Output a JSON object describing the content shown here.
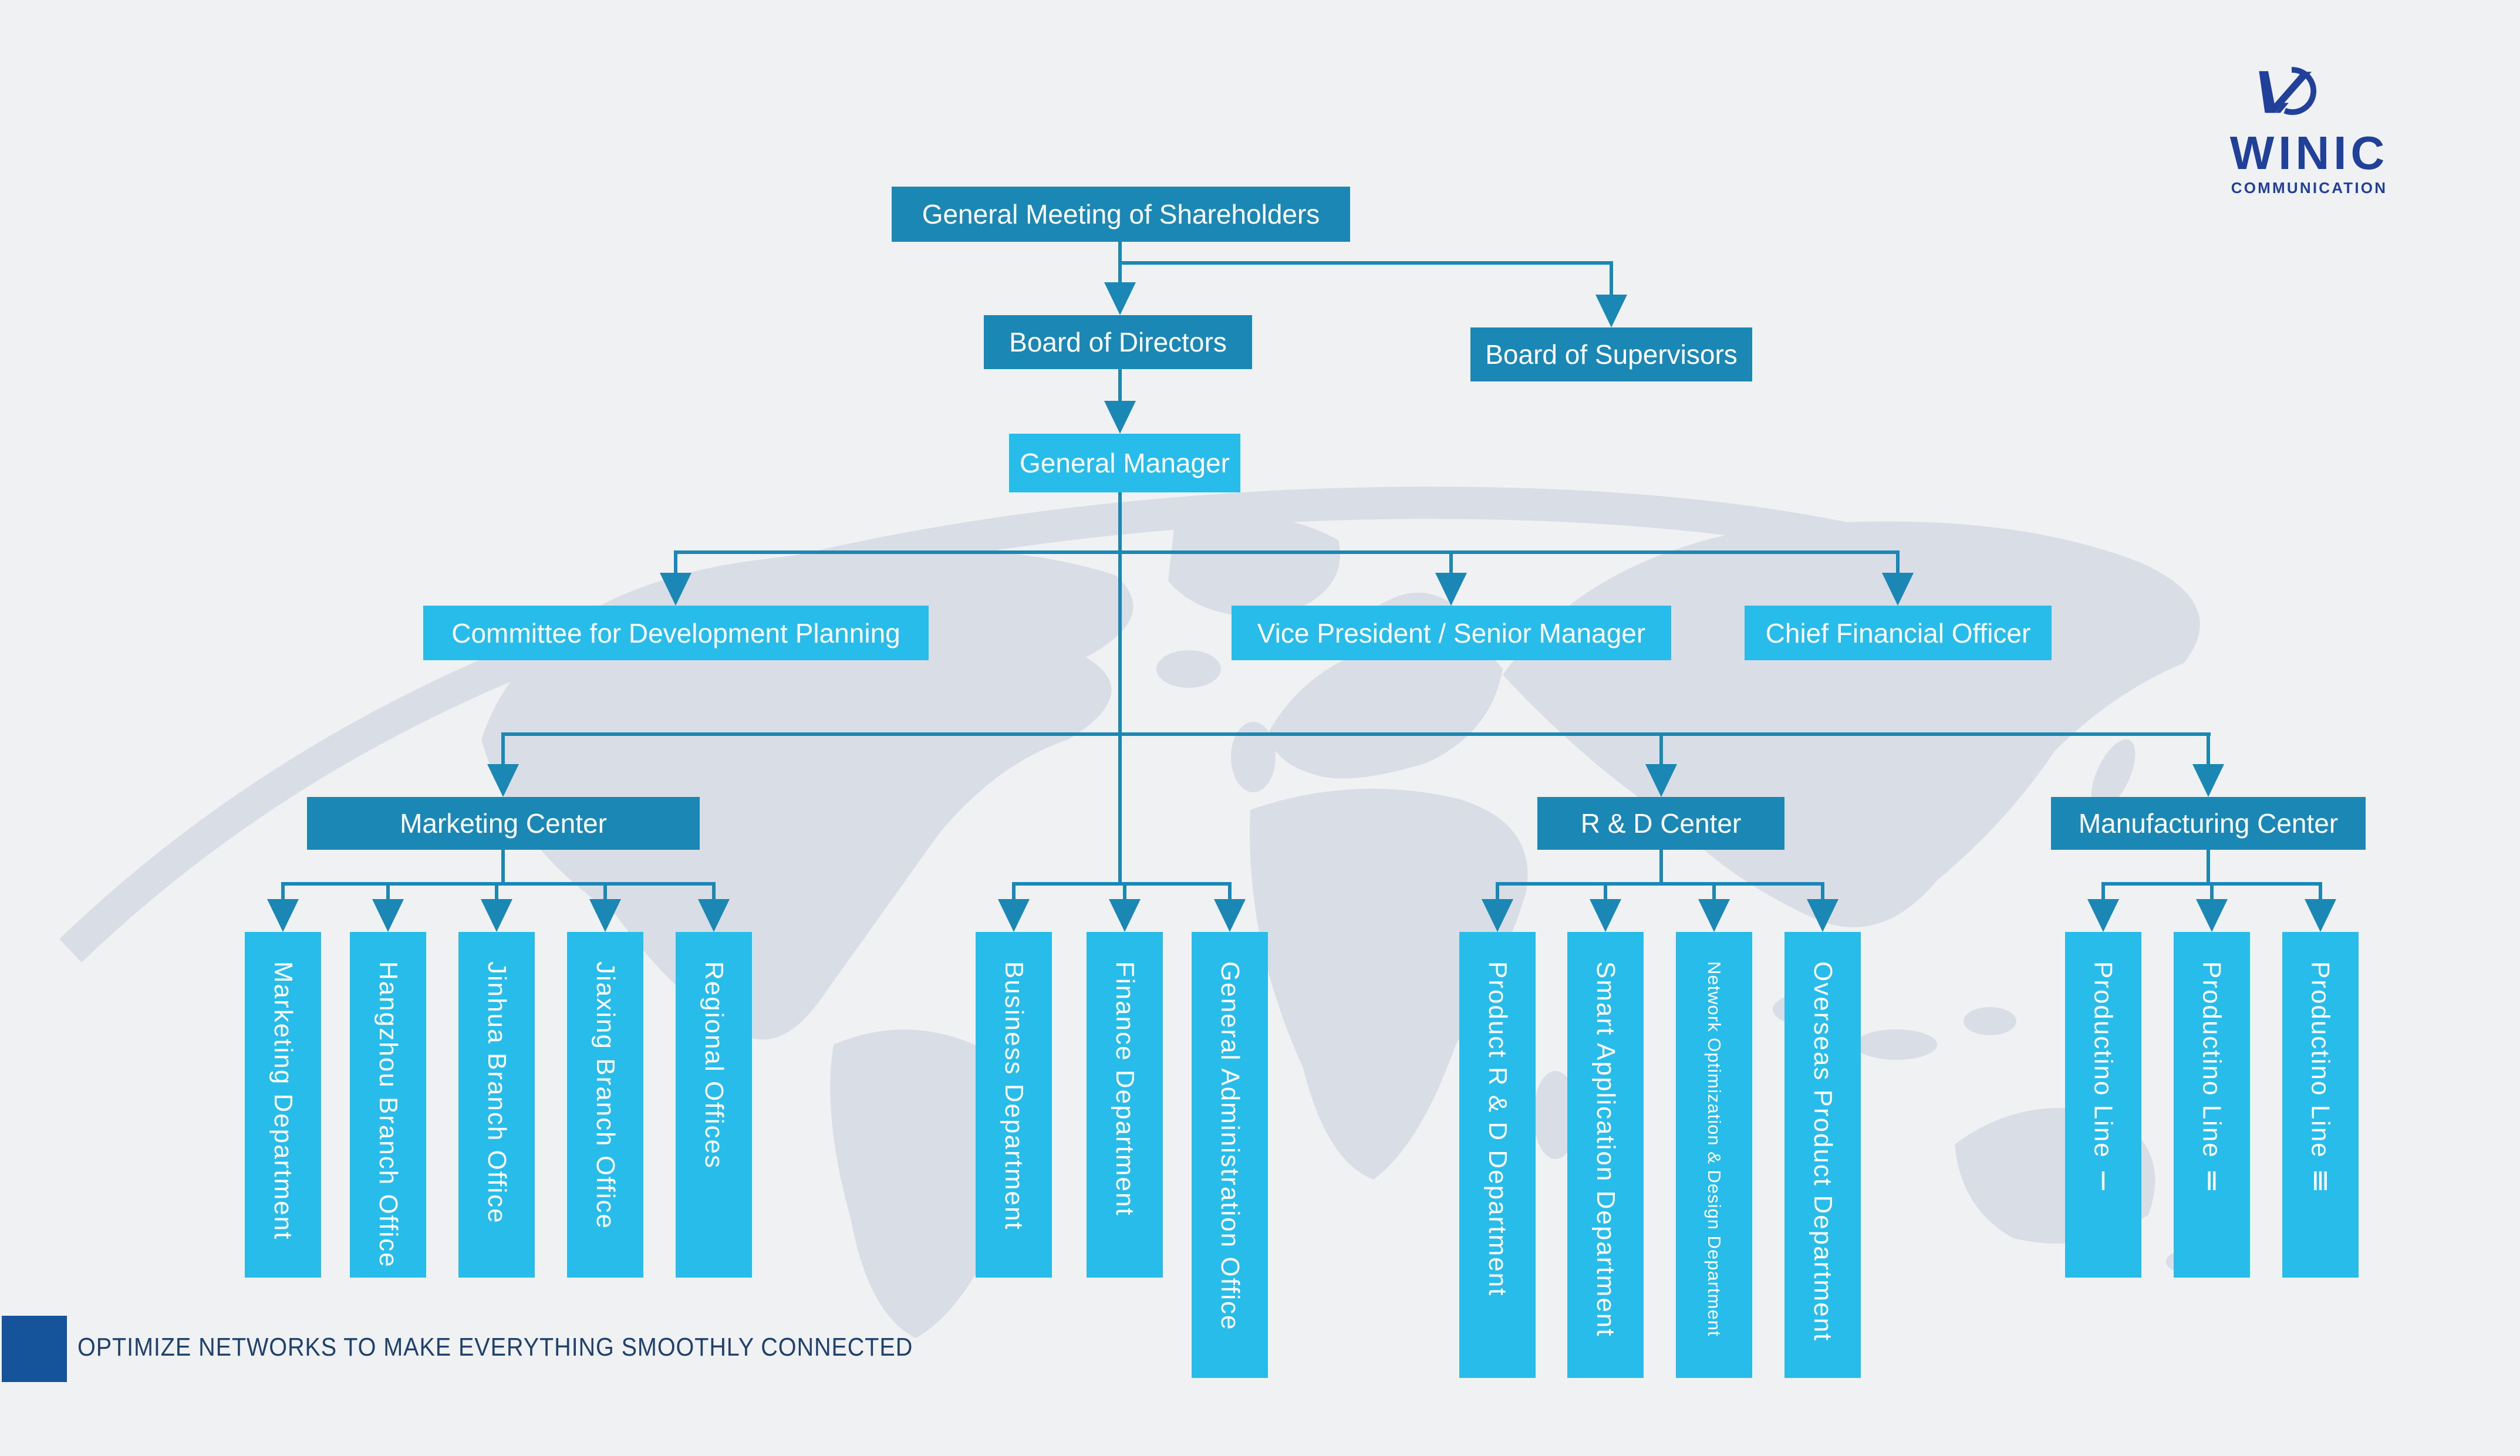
{
  "logo": {
    "name": "WINIC",
    "tagline": "COMMUNICATION"
  },
  "slogan": {
    "text": "OPTIMIZE NETWORKS TO MAKE EVERYTHING SMOOTHLY CONNECTED"
  },
  "colors": {
    "node_dark": "#1a87b4",
    "node_light": "#27bce9",
    "connector": "#1a87b4",
    "logo_navy": "#21409a",
    "slogan_square_navy": "#15549b",
    "slogan_text_navy": "#20416b",
    "map_watermark": "#d6dae3",
    "background": "#f0f1f2"
  },
  "nodes": {
    "shareholders": "General Meeting of Shareholders",
    "board_directors": "Board of Directors",
    "board_supervisors": "Board of Supervisors",
    "general_manager": "General Manager",
    "committee": "Committee for Development Planning",
    "vice_president": "Vice President / Senior Manager",
    "cfo": "Chief Financial Officer",
    "marketing_center": "Marketing Center",
    "rd_center": "R & D Center",
    "manufacturing_center": "Manufacturing Center"
  },
  "departments": {
    "marketing": [
      "Marketing Department",
      "Hangzhou Branch Office",
      "Jinhua Branch Office",
      "Jiaxing Branch Office",
      "Regional Offices"
    ],
    "general_manager_direct": [
      "Business Department",
      "Finance Department",
      "General Administration Office"
    ],
    "rd": [
      "Product R & D Department",
      "Smart Application Department",
      "Network Optimization & Design Department",
      "Overseas Product Department"
    ],
    "manufacturing": [
      "Productino Line Ⅰ",
      "Productino Line Ⅱ",
      "Productino Line Ⅲ"
    ]
  }
}
